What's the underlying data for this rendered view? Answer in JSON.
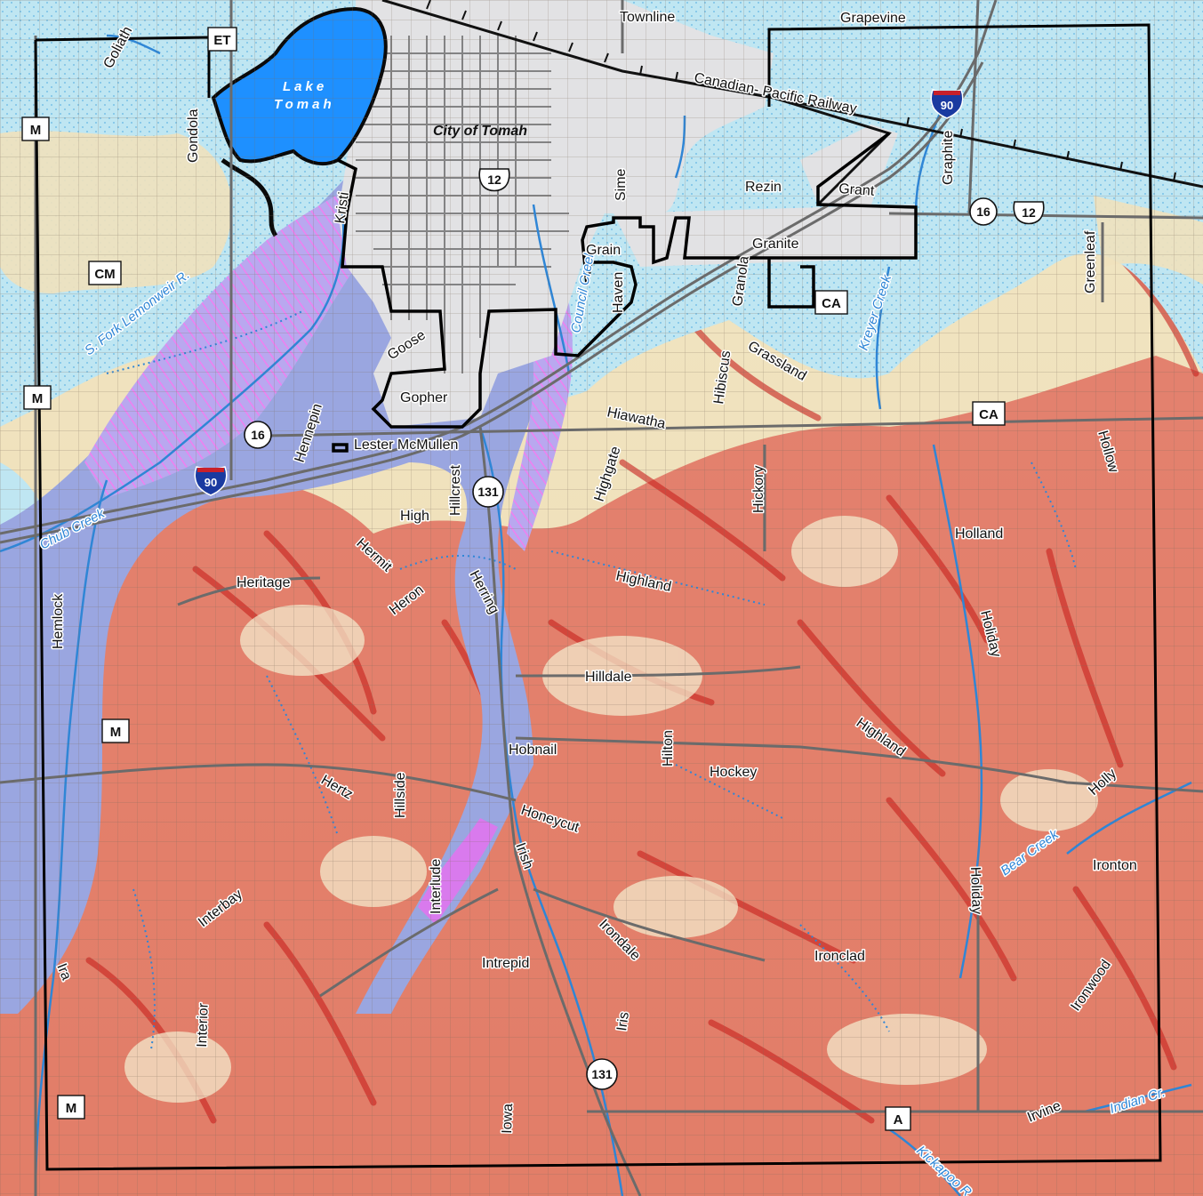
{
  "map": {
    "city": "City of Tomah",
    "lake_line1": "Lake",
    "lake_line2": "Tomah",
    "railway": "Canadian- Pacific Railway",
    "water": {
      "lemonweir": "S. Fork Lemonweir R.",
      "chub": "Chub Creek",
      "council": "Council Creek",
      "kreyer": "Kreyer Creek",
      "bear": "Bear Creek",
      "indian": "Indian Cr.",
      "kickapoo": "Kickapoo R."
    },
    "roads": {
      "townline": "Townline",
      "grapevine": "Grapevine",
      "goliath": "Goliath",
      "gondola": "Gondola",
      "kristi": "Kristi",
      "sime": "Sime",
      "rezin": "Rezin",
      "grant": "Grant",
      "graphite": "Graphite",
      "greenleaf": "Greenleaf",
      "grain": "Grain",
      "granite": "Granite",
      "haven": "Haven",
      "granola": "Granola",
      "grassland": "Grassland",
      "hibiscus": "Hibiscus",
      "goose": "Goose",
      "gopher": "Gopher",
      "hiawatha": "Hiawatha",
      "hennepin": "Hennepin",
      "lester": "Lester McMullen",
      "highgate": "Highgate",
      "hickory": "Hickory",
      "hollow": "Hollow",
      "high": "High",
      "hillcrest": "Hillcrest",
      "holland": "Holland",
      "hermit": "Hermit",
      "heritage": "Heritage",
      "heron": "Heron",
      "herring": "Herring",
      "highland1": "Highland",
      "holiday1": "Holiday",
      "hemlock": "Hemlock",
      "hilldale": "Hilldale",
      "highland2": "Highland",
      "hobnail": "Hobnail",
      "hilton": "Hilton",
      "hockey": "Hockey",
      "hertz": "Hertz",
      "hillside": "Hillside",
      "holly": "Holly",
      "honeycut": "Honeycut",
      "irish": "Irish",
      "interlude": "Interlude",
      "ironton": "Ironton",
      "holiday2": "Holiday",
      "interbay": "Interbay",
      "irondale": "Irondale",
      "intrepid": "Intrepid",
      "ironclad": "Ironclad",
      "ironwood": "Ironwood",
      "ira": "Ira",
      "interior": "Interior",
      "iris": "Iris",
      "iowa": "Iowa",
      "irvine": "Irvine"
    },
    "shields": {
      "i90a": "90",
      "i90b": "90",
      "us12a": "12",
      "us12b": "12",
      "wi16a": "16",
      "wi16b": "16",
      "wi131a": "131",
      "wi131b": "131"
    },
    "letter_roads": {
      "et": "ET",
      "m1": "M",
      "m2": "M",
      "m3": "M",
      "m4": "M",
      "cm": "CM",
      "ca1": "CA",
      "ca2": "CA",
      "a": "A"
    },
    "colors": {
      "lake": "#1e90ff",
      "city": "#e2e2e4",
      "floodplain": "#9aa6e0",
      "wetland": "#bfe6f2",
      "stream": "#2f86d6",
      "road": "#6b6b6b",
      "boundary": "#000000",
      "terrain": "#efe1bc",
      "steep": "#d9322b",
      "magenta": "#e86ff0"
    }
  }
}
